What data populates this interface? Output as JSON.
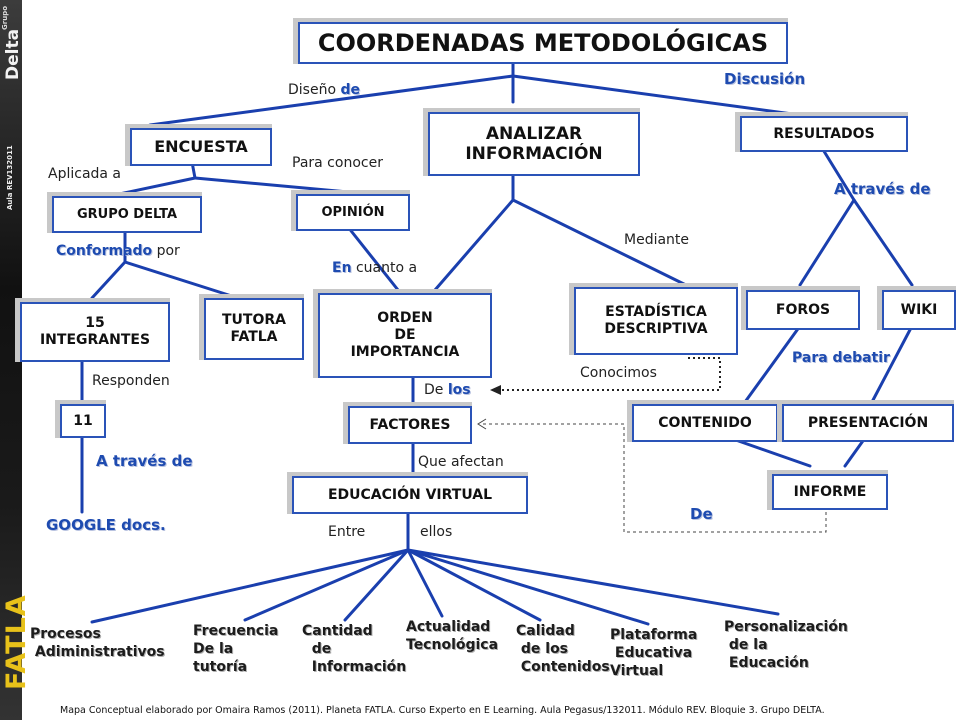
{
  "sidebar": {
    "brand_top": "Delta",
    "brand_small": "Grupo",
    "aula": "Aula REV132011",
    "brand_bottom": "FATLA"
  },
  "nodes": {
    "main": "COORDENADAS METODOLÓGICAS",
    "encuesta": "ENCUESTA",
    "analizar": "ANALIZAR\nINFORMACIÓN",
    "resultados": "RESULTADOS",
    "grupo_delta": "GRUPO DELTA",
    "opinion": "OPINIÓN",
    "integrantes": "15\nINTEGRANTES",
    "tutora": "TUTORA\nFATLA",
    "orden": "ORDEN\nDE\nIMPORTANCIA",
    "estadistica": "ESTADÍSTICA\nDESCRIPTIVA",
    "foros": "FOROS",
    "wiki": "WIKI",
    "once": "11",
    "factores": "FACTORES",
    "contenido": "CONTENIDO",
    "presentacion": "PRESENTACIÓN",
    "educacion": "EDUCACIÓN VIRTUAL",
    "informe": "INFORME"
  },
  "labels": {
    "diseno_a": "Diseño ",
    "diseno_b": "de",
    "discusion": "Discusión",
    "aplicada": "Aplicada a",
    "para_conocer": "Para conocer",
    "a_traves_de_1": "A  través de",
    "conformado_a": "Conformado",
    "conformado_b": " por",
    "mediante": "Mediante",
    "en_a": "En",
    "en_b": " cuanto a",
    "responden": "Responden",
    "para_debatir": "Para debatir",
    "de_los_a": "De ",
    "de_los_b": "los",
    "conocimos": "Conocimos",
    "a_traves_de_2": "A través de",
    "que_afectan": "Que afectan",
    "de": "De",
    "google": "GOOGLE docs.",
    "entre": "Entre",
    "ellos": "ellos"
  },
  "leaves": [
    "Procesos\n Adiministrativos",
    "Frecuencia\nDe la\ntutoría",
    "Cantidad\n  de\n  Información",
    "Actualidad\nTecnológica",
    "Calidad\n de los\n Contenidos",
    "Plataforma\n Educativa\nVirtual",
    "Personalización\n de la\n Educación"
  ],
  "footer": "Mapa Conceptual elaborado por Omaira Ramos (2011). Planeta FATLA. Curso Experto en E Learning. Aula Pegasus/132011. Módulo REV.  Bloquie 3. Grupo DELTA.",
  "colors": {
    "line": "#1a3fae",
    "box_border": "#2a53b8",
    "label_blue": "#1e4bb0",
    "shadow": "#c8c8c8"
  }
}
